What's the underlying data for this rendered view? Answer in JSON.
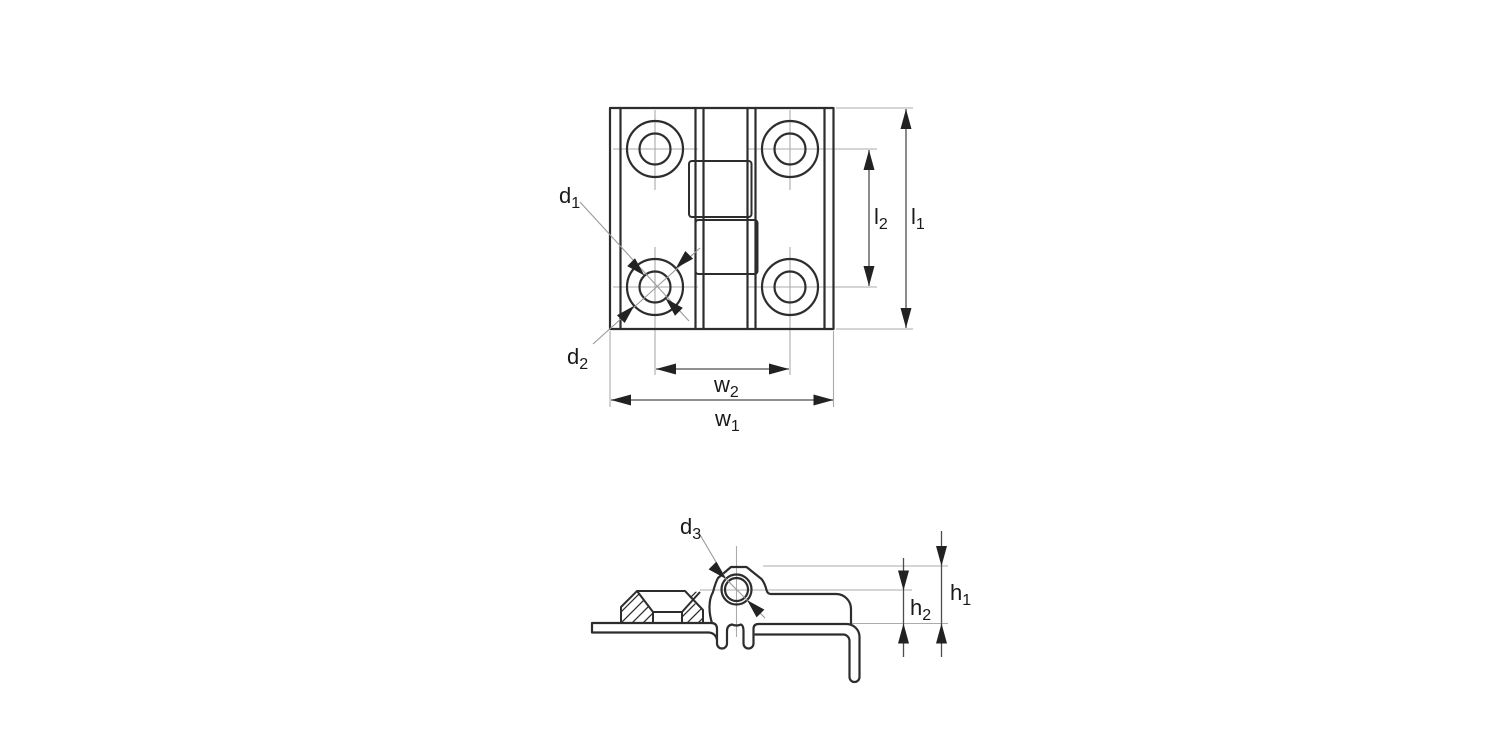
{
  "drawing": {
    "type": "technical-dimension-drawing",
    "subject": "surface-mount hinge with four counterbored mounting holes, shown in top view and sectioned side view",
    "views": [
      {
        "id": "top-view",
        "dimensions_shown": [
          "d1",
          "d2",
          "l1",
          "l2",
          "w1",
          "w2"
        ]
      },
      {
        "id": "side-view",
        "dimensions_shown": [
          "d3",
          "h1",
          "h2"
        ]
      }
    ]
  },
  "labels": {
    "d1": {
      "base": "d",
      "sub": "1"
    },
    "d2": {
      "base": "d",
      "sub": "2"
    },
    "d3": {
      "base": "d",
      "sub": "3"
    },
    "w1": {
      "base": "w",
      "sub": "1"
    },
    "w2": {
      "base": "w",
      "sub": "2"
    },
    "l1": {
      "base": "l",
      "sub": "1"
    },
    "l2": {
      "base": "l",
      "sub": "2"
    },
    "h1": {
      "base": "h",
      "sub": "1"
    },
    "h2": {
      "base": "h",
      "sub": "2"
    }
  },
  "colors": {
    "background": "#ffffff",
    "part_outline": "#2d2d2d",
    "dimension_line": "#4d4d4d",
    "extension_line": "#ababab",
    "arrow": "#222222",
    "label_text": "#1a1a1a"
  }
}
